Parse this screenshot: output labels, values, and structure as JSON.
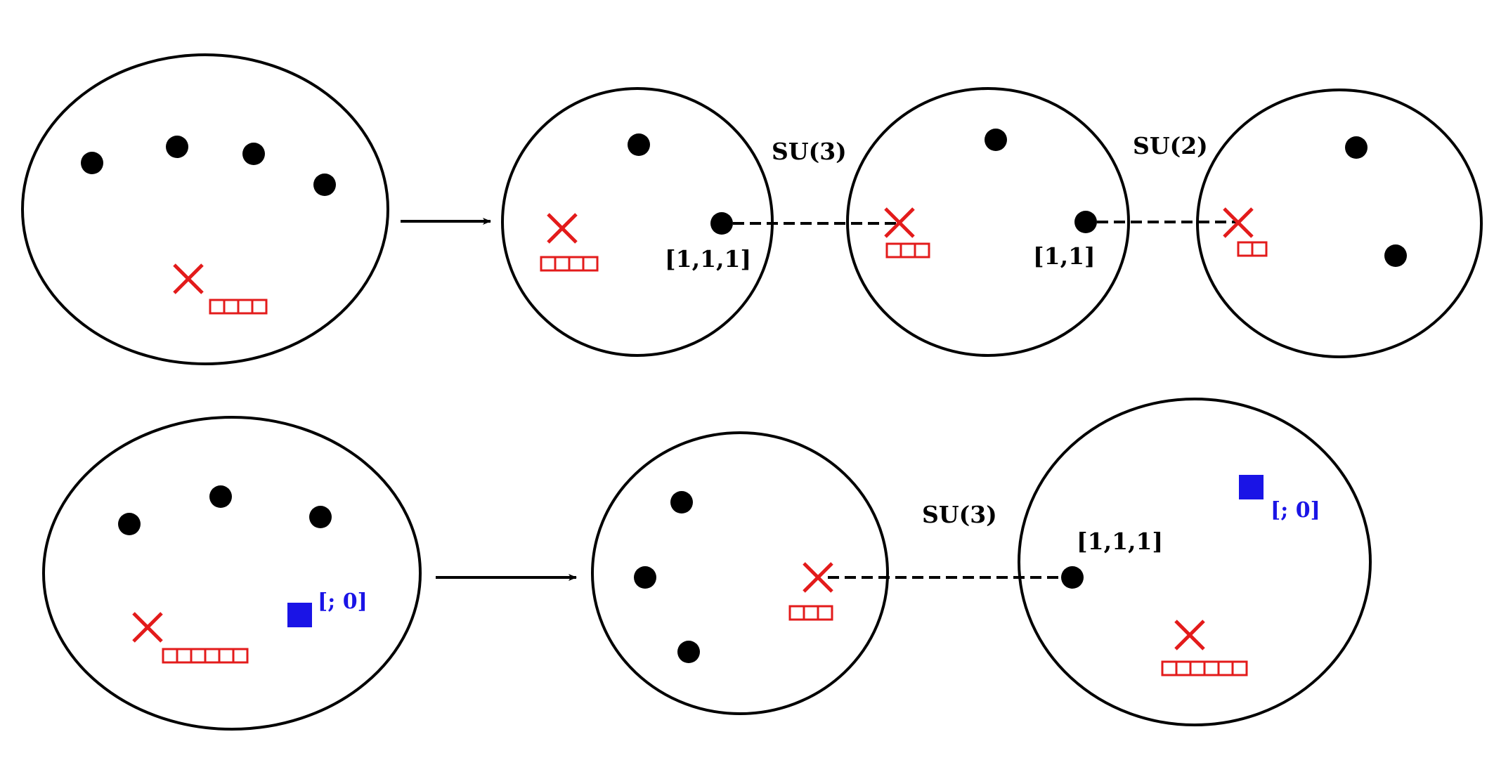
{
  "colors": {
    "outline": "#000000",
    "marked_point": "#e31b1b",
    "square": "#1a14e6"
  },
  "labels": {
    "su3_top": "SU(3)",
    "su2_top": "SU(2)",
    "su3_bottom": "SU(3)",
    "weight_111_top": "[1,1,1]",
    "weight_11_top": "[1,1]",
    "weight_111_bottom": "[1,1,1]",
    "zero_left": "[; 0]",
    "zero_right": "[; 0]"
  },
  "diagram": {
    "top_row": {
      "source": {
        "punctures": 4,
        "cross_boxes": 4
      },
      "target_components": [
        {
          "punctures": 2,
          "cross_boxes": 4
        },
        {
          "punctures": 2,
          "cross_boxes": 3
        },
        {
          "punctures": 2,
          "cross_boxes": 2
        }
      ]
    },
    "bottom_row": {
      "source": {
        "punctures": 3,
        "cross_boxes": 6,
        "squares": 1
      },
      "target_components": [
        {
          "punctures": 3,
          "cross_boxes": 3
        },
        {
          "punctures": 1,
          "cross_boxes": 6,
          "squares": 1
        }
      ]
    }
  }
}
